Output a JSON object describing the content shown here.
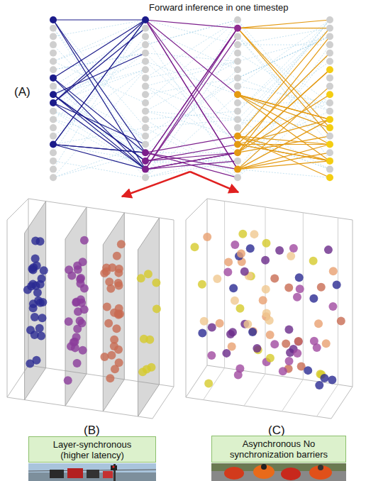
{
  "diagram": {
    "title": "Forward inference in one timestep",
    "nodes": [
      {
        "text": [
          "Layer-synchronous (higher latency)"
        ]
      },
      {
        "text": [
          "Asynchronous No synchronization barriers"
        ]
      }
    ],
    "labels": [
      "(A)",
      "(B)",
      "(C)"
    ]
  }
}
